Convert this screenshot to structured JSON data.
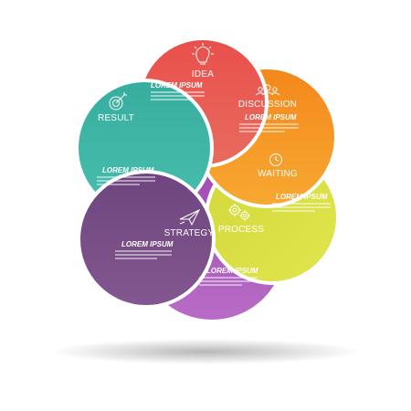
{
  "diagram": {
    "steps": [
      {
        "id": "idea",
        "title": "IDEA",
        "heading": "LOREM IPSUM",
        "icon": "lightbulb-icon",
        "color": "#e8504a"
      },
      {
        "id": "discussion",
        "title": "DISCUSSION",
        "heading": "LOREM IPSUM",
        "icon": "people-icon",
        "color": "#f5941e"
      },
      {
        "id": "waiting",
        "title": "WAITING",
        "heading": "LOREM IPSUM",
        "icon": "clock-icon",
        "color": "#d6dd3a"
      },
      {
        "id": "process",
        "title": "PROCESS",
        "heading": "LOREM IPSUM",
        "icon": "gears-icon",
        "color": "#a954b8"
      },
      {
        "id": "strategy",
        "title": "STRATEGY",
        "heading": "LOREM IPSUM",
        "icon": "paper-plane-icon",
        "color": "#7c4f8f"
      },
      {
        "id": "result",
        "title": "RESULT",
        "heading": "LOREM IPSUM",
        "icon": "target-icon",
        "color": "#3fb7a7"
      }
    ]
  }
}
